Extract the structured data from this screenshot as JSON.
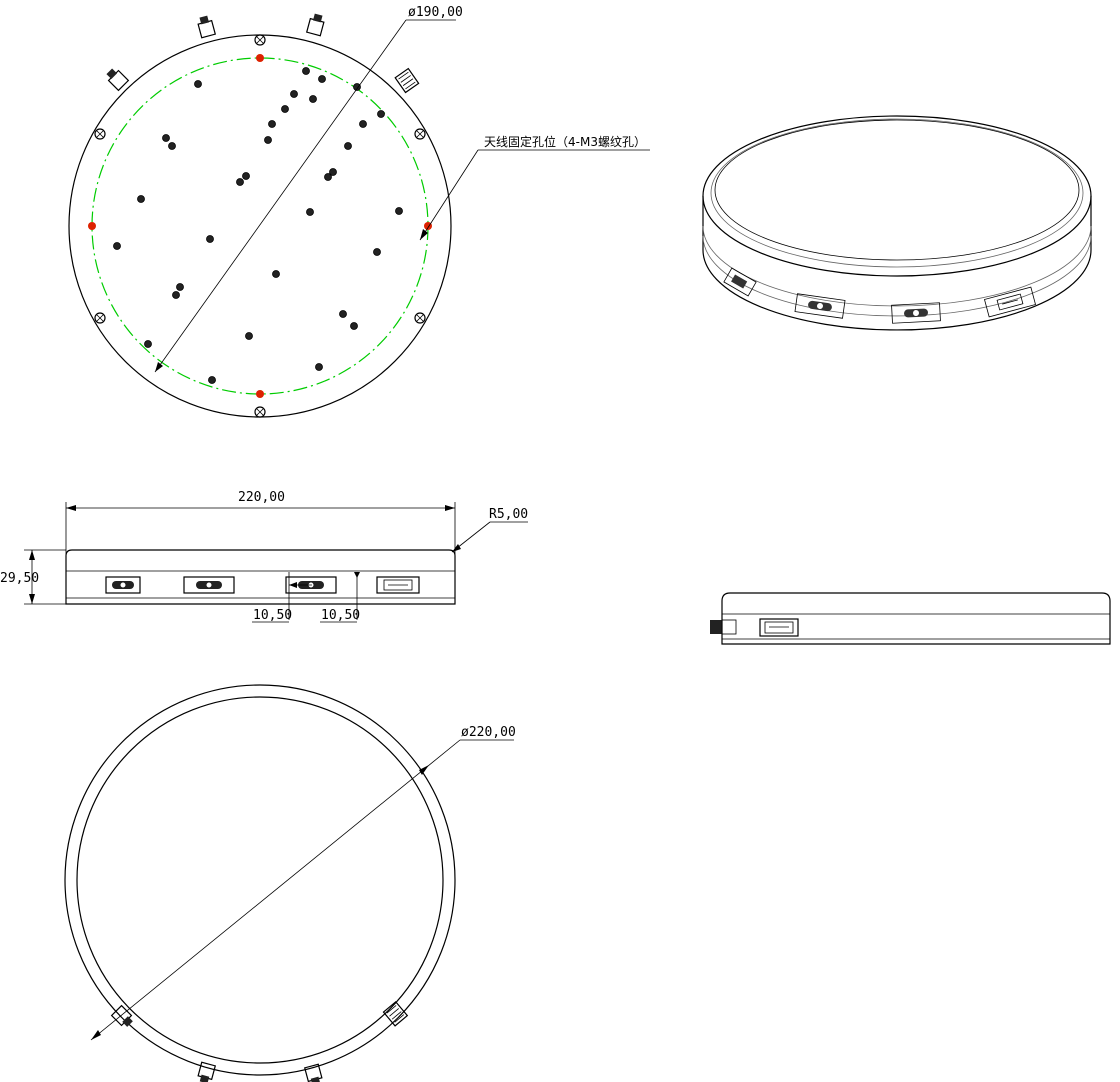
{
  "dimensions": {
    "top_pcd_diameter": "ø190,00",
    "antenna_holes_note": "天线固定孔位（4-M3螺纹孔）",
    "overall_width": "220,00",
    "corner_radius": "R5,00",
    "height": "29,50",
    "offset_left": "10,50",
    "offset_right": "10,50",
    "outer_diameter": "ø220,00"
  },
  "colors": {
    "line": "#000000",
    "pcd_circle": "#00cc00",
    "antenna_hole": "#dd2200"
  }
}
